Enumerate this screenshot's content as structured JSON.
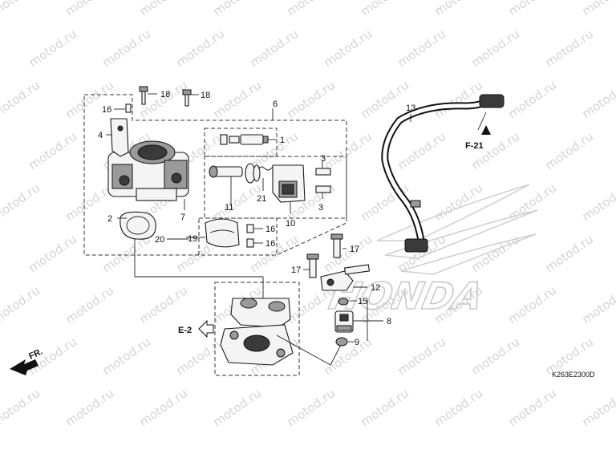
{
  "watermark": {
    "text": "motod.ru",
    "logo_text": "HONDA"
  },
  "diagram_code": "K263E2300D",
  "refs": {
    "frame_ref": "F-21",
    "engine_ref": "E-2",
    "front_ref": "FR."
  },
  "callouts": [
    "1",
    "2",
    "3",
    "3",
    "4",
    "6",
    "7",
    "8",
    "9",
    "10",
    "11",
    "12",
    "13",
    "15",
    "16",
    "16",
    "16",
    "17",
    "17",
    "18",
    "18",
    "19",
    "20",
    "21"
  ]
}
